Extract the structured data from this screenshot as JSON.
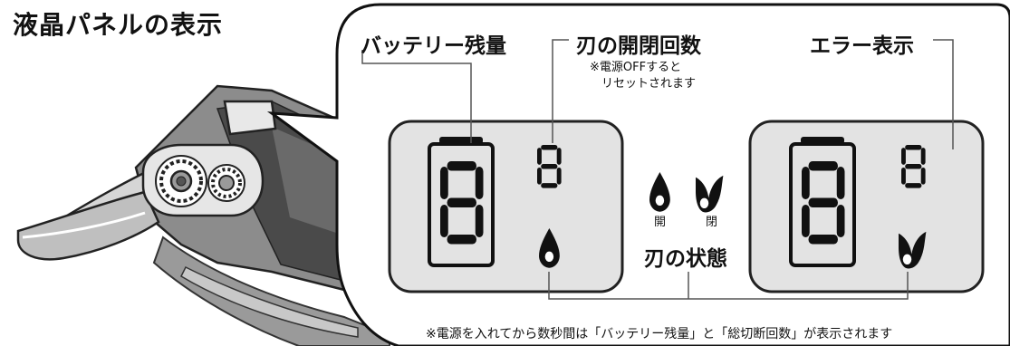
{
  "title": "液晶パネルの表示",
  "labels": {
    "battery": "バッテリー残量",
    "blade_count": "刃の開閉回数",
    "blade_count_note_1": "※電源OFFすると",
    "blade_count_note_2": "リセットされます",
    "error": "エラー表示",
    "blade_state": "刃の状態",
    "open": "開",
    "closed": "閉"
  },
  "footnote": "※電源を入れてから数秒間は「バッテリー残量」と「総切断回数」が表示されます",
  "colors": {
    "lcd_bg": "#e3e3e3",
    "lcd_border": "#222222",
    "tool_body": "#8a8a8a",
    "tool_dark": "#3c3c3c",
    "ink": "#111111"
  },
  "icons": [
    "blade-open-icon",
    "blade-closed-icon",
    "gear-icon",
    "battery-icon"
  ]
}
